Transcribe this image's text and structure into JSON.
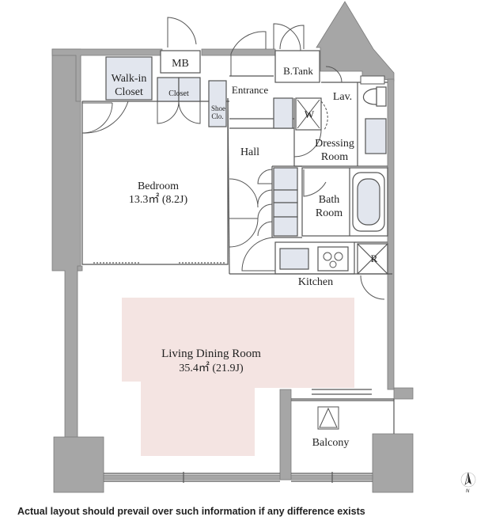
{
  "rooms": {
    "walk_in_closet": [
      "Walk-in",
      "Closet"
    ],
    "mb": "MB",
    "closet": "Closet",
    "entrance": "Entrance",
    "b_tank": "B.Tank",
    "shoe_closet": [
      "Shoe",
      "Clo."
    ],
    "lav": "Lav.",
    "w": "W",
    "hall": "Hall",
    "dressing_room": [
      "Dressing",
      "Room"
    ],
    "bedroom": [
      "Bedroom",
      "13.3㎡ (8.2J)"
    ],
    "bath_room": [
      "Bath",
      "Room"
    ],
    "r": "R",
    "kitchen": "Kitchen",
    "living_dining": [
      "Living Dining Room",
      "35.4㎡ (21.9J)"
    ],
    "balcony": "Balcony"
  },
  "compass": "N",
  "disclaimer": "Actual layout should prevail over such information if any difference exists",
  "colors": {
    "wall": "#a6a6a6",
    "living_floor": "#f4e4e2",
    "fixture_fill": "#e2e6ee",
    "line": "#555555"
  }
}
